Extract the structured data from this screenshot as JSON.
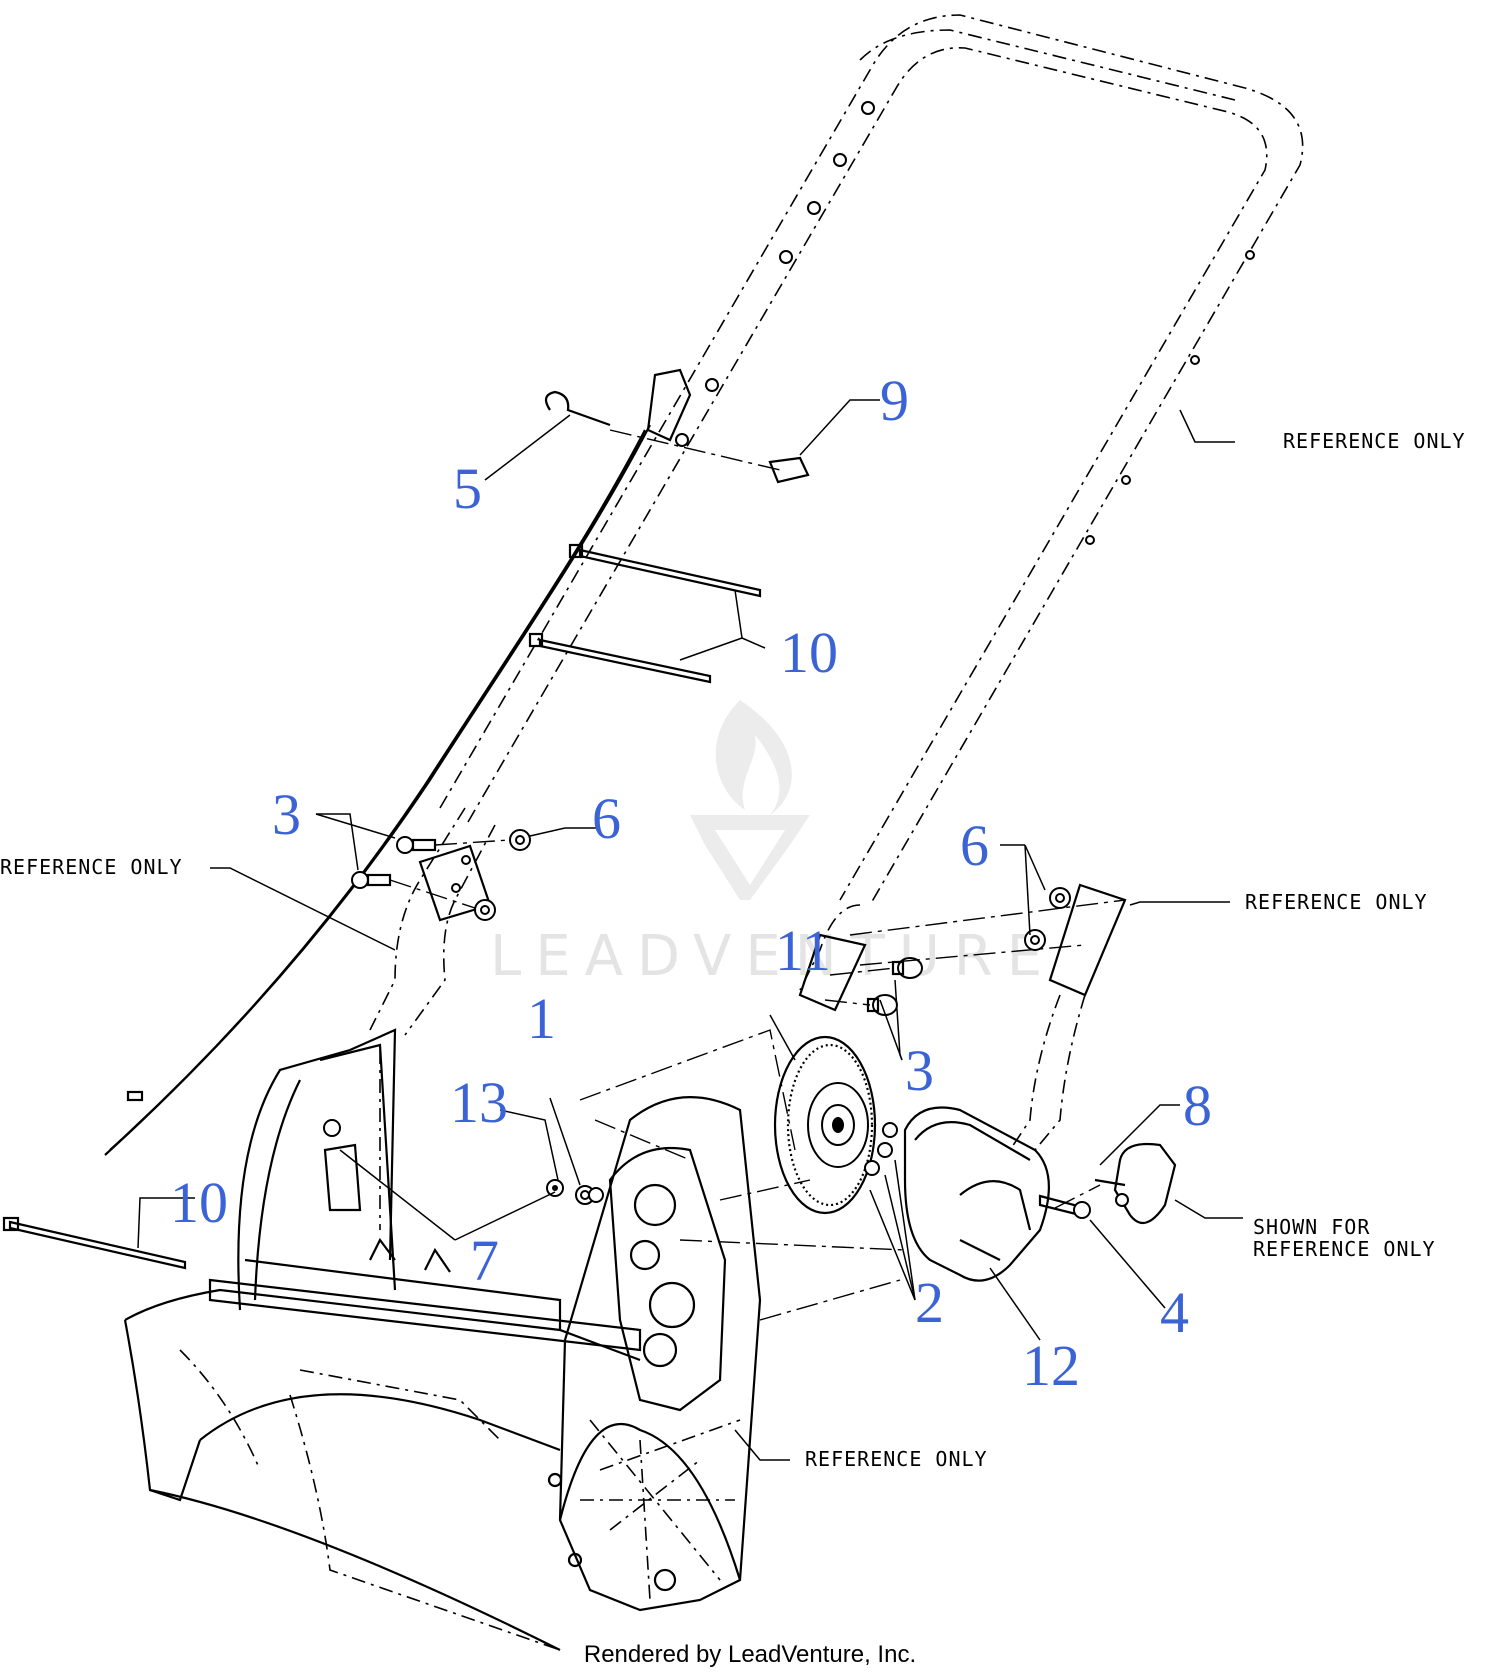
{
  "callouts": {
    "c1": "1",
    "c2": "2",
    "c3_left": "3",
    "c3_right": "3",
    "c4": "4",
    "c5": "5",
    "c6_left": "6",
    "c6_right": "6",
    "c7": "7",
    "c8": "8",
    "c9": "9",
    "c10_top": "10",
    "c10_left": "10",
    "c11": "11",
    "c12": "12",
    "c13": "13"
  },
  "notes": {
    "ref_upper_handle": "REFERENCE ONLY",
    "ref_left_handle": "REFERENCE ONLY",
    "ref_right_bracket": "REFERENCE ONLY",
    "ref_housing": "REFERENCE ONLY",
    "shown_for_line1": "SHOWN FOR",
    "shown_for_line2": "REFERENCE ONLY"
  },
  "watermark": "LEADVENTURE",
  "footer": "Rendered by LeadVenture, Inc.",
  "colors": {
    "callout": "#3b63d6",
    "line": "#000000",
    "watermark": "#e4e4e4"
  }
}
